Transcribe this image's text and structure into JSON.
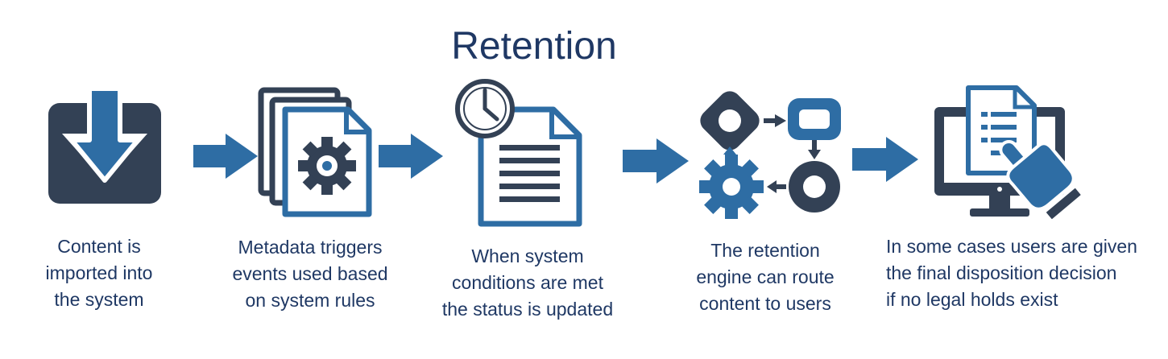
{
  "title": "Retention",
  "colors": {
    "dark": "#334155",
    "blue": "#2e6da4",
    "text": "#1f3864"
  },
  "steps": [
    {
      "icon": "download-tray-icon",
      "lines": [
        "Content is",
        "imported into",
        "the system"
      ]
    },
    {
      "icon": "documents-gear-icon",
      "lines": [
        "Metadata triggers",
        "events used based",
        "on system rules"
      ]
    },
    {
      "icon": "clock-document-icon",
      "lines": [
        "When system",
        "conditions are met",
        "the status is updated"
      ]
    },
    {
      "icon": "workflow-routing-icon",
      "lines": [
        "The retention",
        "engine can route",
        "content to users"
      ]
    },
    {
      "icon": "monitor-touch-document-icon",
      "lines": [
        "In some cases users are given",
        "the final disposition decision",
        "if no legal holds exist"
      ]
    }
  ]
}
